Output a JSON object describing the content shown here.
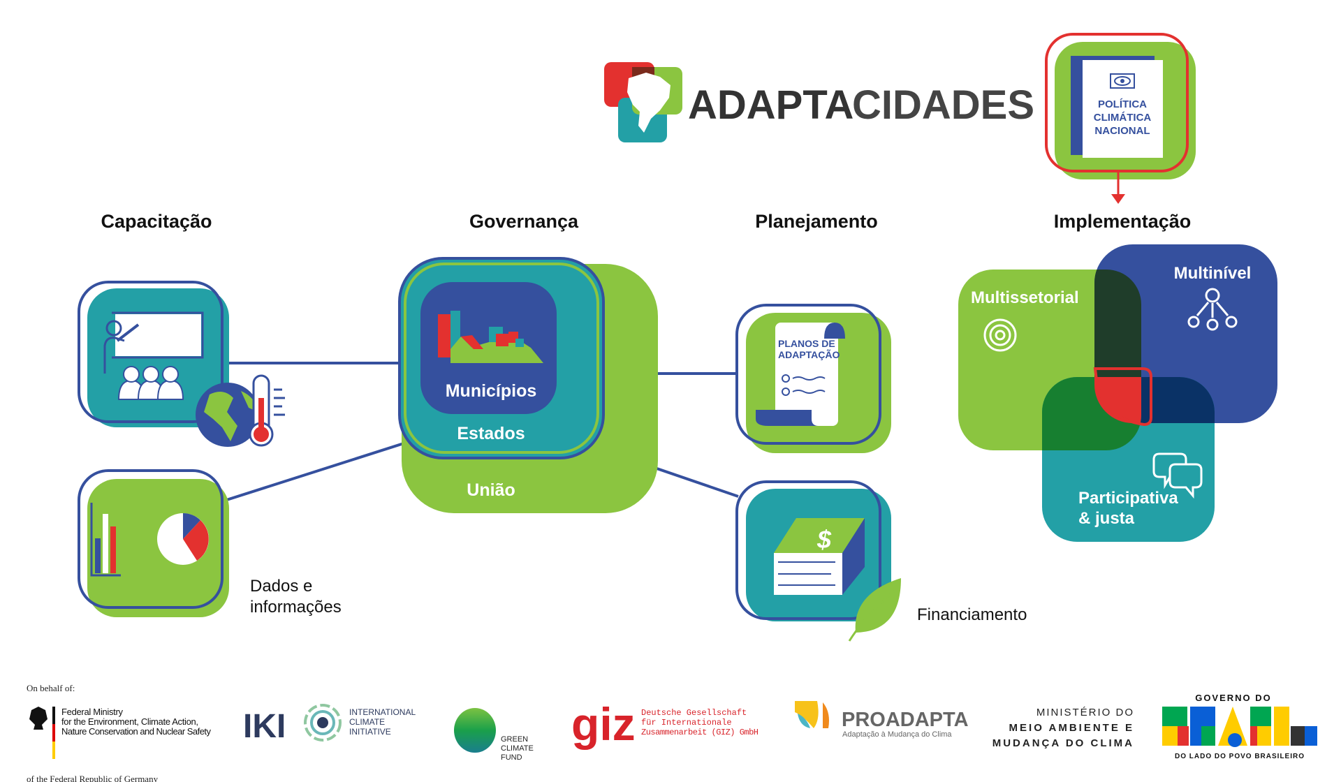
{
  "logo": {
    "word1": "ADAPTA",
    "word2": "CIDADES"
  },
  "policy_doc": {
    "line1": "POLÍTICA",
    "line2": "CLIMÁTICA",
    "line3": "NACIONAL"
  },
  "headers": {
    "capacitacao": "Capacitação",
    "governanca": "Governança",
    "planejamento": "Planejamento",
    "implementacao": "Implementação"
  },
  "governance_levels": {
    "municipios": "Municípios",
    "estados": "Estados",
    "uniao": "União"
  },
  "dados": {
    "line1": "Dados e",
    "line2": "informações"
  },
  "planos": {
    "line1": "PLANOS DE",
    "line2": "ADAPTAÇÃO"
  },
  "financiamento": "Financiamento",
  "implementation": {
    "multissetorial": "Multissetorial",
    "multinivel": "Multinível",
    "participativa1": "Participativa",
    "participativa2": "& justa"
  },
  "footer": {
    "on_behalf": "On behalf of:",
    "bmu": [
      "Federal Ministry",
      "for the Environment, Climate Action,",
      "Nature Conservation and Nuclear Safety"
    ],
    "republic": "of the Federal Republic of Germany",
    "iki": {
      "mark": "IKI",
      "lines": [
        "INTERNATIONAL",
        "CLIMATE",
        "INITIATIVE"
      ]
    },
    "gcf": [
      "GREEN",
      "CLIMATE",
      "FUND"
    ],
    "giz": {
      "mark": "giz",
      "lines": [
        "Deutsche Gesellschaft",
        "für Internationale",
        "Zusammenarbeit (GIZ) GmbH"
      ]
    },
    "proadapta": {
      "name": "PROADAPTA",
      "subtitle": "Adaptação à Mudança do Clima"
    },
    "mma": [
      "MINISTÉRIO DO",
      "MEIO AMBIENTE E",
      "MUDANÇA DO CLIMA"
    ],
    "governo": {
      "top": "GOVERNO DO",
      "mark": "BRASIL",
      "bottom": "DO LADO DO POVO BRASILEIRO"
    }
  },
  "colors": {
    "green": "#8bc540",
    "teal": "#23a0a6",
    "blue": "#35509e",
    "red": "#e3312f",
    "navy": "#2d3a5e"
  }
}
